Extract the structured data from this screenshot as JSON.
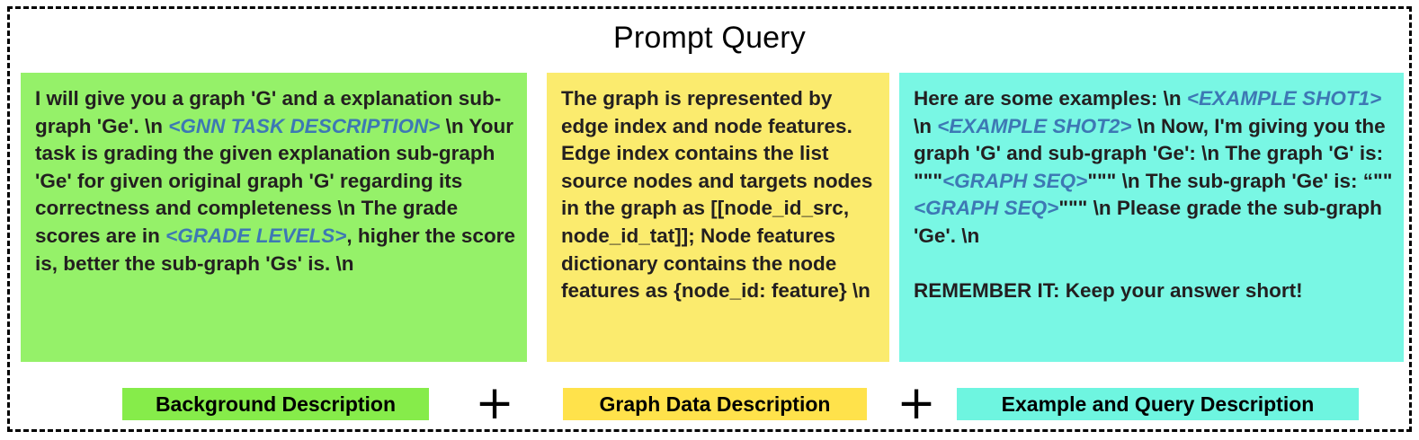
{
  "figure": {
    "title": "Prompt Query",
    "border_style": "dashed",
    "border_color": "#000000",
    "background": "#ffffff"
  },
  "colors": {
    "green_panel": "#95f169",
    "yellow_panel": "#fbeb6e",
    "cyan_panel": "#79f7e4",
    "green_chip": "#86ec4a",
    "yellow_chip": "#ffe24b",
    "cyan_chip": "#6ef5e0",
    "placeholder_text": "#3d78b4",
    "body_text": "#231f20"
  },
  "panels": {
    "background_description": {
      "lines": {
        "l1": "I will give you a graph 'G' and a explanation sub-graph 'Ge'. \\n ",
        "ph1": "<GNN TASK DESCRIPTION>",
        "l2": " \\n Your task is grading the given explanation sub-graph 'Ge' for given original graph 'G' regarding its correctness and completeness \\n The grade scores are in ",
        "ph2": "<GRADE LEVELS>",
        "l3": ", higher the score is, better the sub-graph 'Gs' is. \\n"
      }
    },
    "graph_data_description": {
      "lines": {
        "l1": "The graph is represented by edge index and node features. Edge index contains the list source nodes and targets nodes in the graph as [[node_id_src, node_id_tat]]; Node features dictionary contains the node features as {node_id: feature} \\n"
      }
    },
    "example_and_query_description": {
      "lines": {
        "l1": "Here are some examples: \\n ",
        "ph1": "<EXAMPLE SHOT1>",
        "l2": " \\n ",
        "ph2": "<EXAMPLE SHOT2>",
        "l3": " \\n Now, I'm giving you the graph 'G' and sub-graph 'Ge': \\n The graph 'G' is: \"\"\"",
        "ph3": "<GRAPH SEQ>",
        "l4": "\"\"\" \\n The sub-graph 'Ge' is: “\"\"",
        "ph4": "<GRAPH SEQ>",
        "l5": "\"\"\" \\n Please grade the sub-graph 'Ge'. \\n",
        "l6": "REMEMBER IT: Keep your answer short!"
      }
    }
  },
  "legend": {
    "chips": [
      {
        "label": "Background Description",
        "color": "#86ec4a"
      },
      {
        "label": "Graph Data Description",
        "color": "#ffe24b"
      },
      {
        "label": "Example and Query Description",
        "color": "#6ef5e0"
      }
    ],
    "operators": [
      {
        "symbol": "+"
      },
      {
        "symbol": "+"
      }
    ]
  }
}
